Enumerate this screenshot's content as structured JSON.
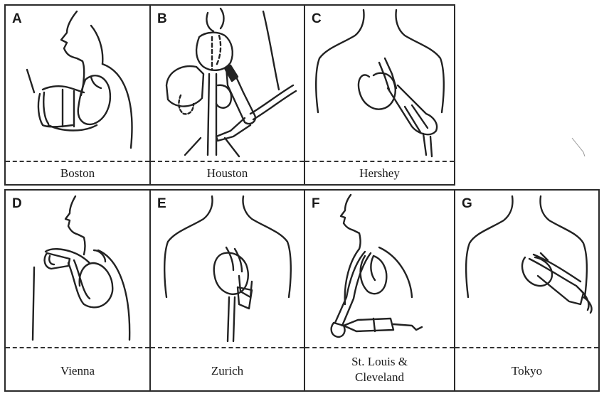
{
  "panels": [
    {
      "letter": "A",
      "caption": "Boston",
      "subject": "pump worn on right chest, profile view"
    },
    {
      "letter": "B",
      "caption": "Houston",
      "subject": "pump placed in abdomen with heart and kidneys"
    },
    {
      "letter": "C",
      "caption": "Hershey",
      "subject": "pump placed along left chest, front view"
    },
    {
      "letter": "D",
      "caption": "Vienna",
      "subject": "pump on chest wall, profile view"
    },
    {
      "letter": "E",
      "caption": "Zurich",
      "subject": "pump in lower chest, back view"
    },
    {
      "letter": "F",
      "caption": "St. Louis &\nCleveland",
      "subject": "pump below the ribs with external console"
    },
    {
      "letter": "G",
      "caption": "Tokyo",
      "subject": "pump over left shoulder, front view"
    }
  ]
}
